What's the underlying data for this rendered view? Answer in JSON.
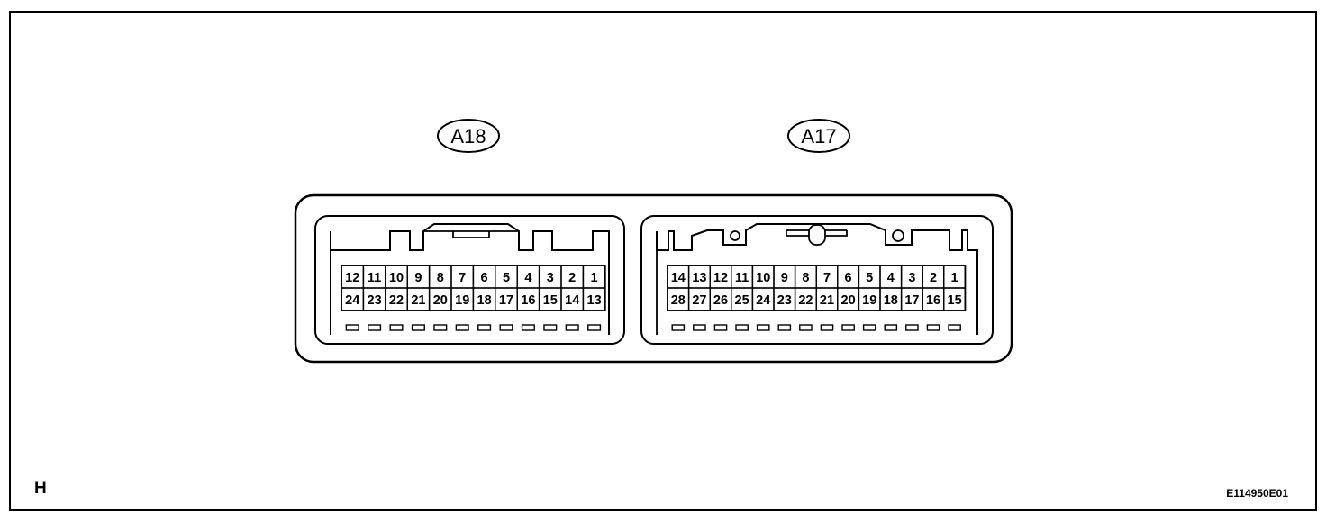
{
  "diagram": {
    "corner_letter": "H",
    "figure_code": "E114950E01",
    "connectors": [
      {
        "id": "A18",
        "label": "A18",
        "top_row": [
          "12",
          "11",
          "10",
          "9",
          "8",
          "7",
          "6",
          "5",
          "4",
          "3",
          "2",
          "1"
        ],
        "bottom_row": [
          "24",
          "23",
          "22",
          "21",
          "20",
          "19",
          "18",
          "17",
          "16",
          "15",
          "14",
          "13"
        ]
      },
      {
        "id": "A17",
        "label": "A17",
        "top_row": [
          "14",
          "13",
          "12",
          "11",
          "10",
          "9",
          "8",
          "7",
          "6",
          "5",
          "4",
          "3",
          "2",
          "1"
        ],
        "bottom_row": [
          "28",
          "27",
          "26",
          "25",
          "24",
          "23",
          "22",
          "21",
          "20",
          "19",
          "18",
          "17",
          "16",
          "15"
        ]
      }
    ]
  }
}
